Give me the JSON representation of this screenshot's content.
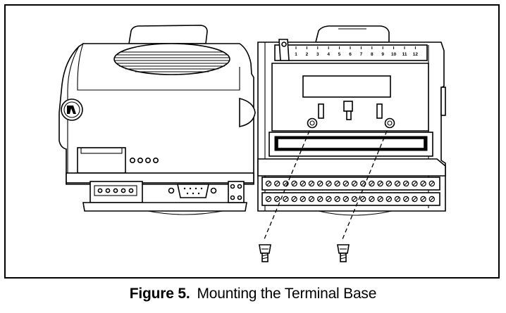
{
  "figure": {
    "number": "Figure 5.",
    "title": "Mounting the Terminal Base"
  },
  "module": {
    "channel_numbers": [
      "1",
      "2",
      "3",
      "4",
      "5",
      "6",
      "7",
      "8",
      "9",
      "10",
      "11",
      "12"
    ],
    "left_unit_leds": 4,
    "terminal_screws_per_row": 20,
    "mounting_screws": 2
  }
}
